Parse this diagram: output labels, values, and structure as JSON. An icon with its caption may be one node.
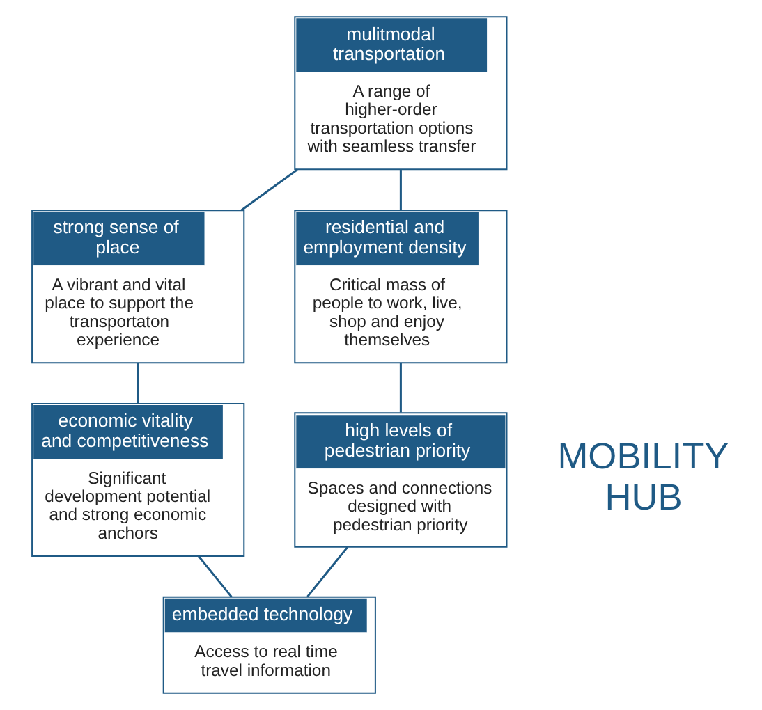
{
  "diagram": {
    "nodes": [
      {
        "text": [
          "mulitmodal transportation",
          "A range of higher-order transportation options with seamless transfer"
        ]
      },
      {
        "text": [
          "strong sense of place",
          "A vibrant and vital place to support the transportaton experience"
        ]
      },
      {
        "text": [
          "residential and employment density",
          "Critical mass of people to work, live, shop and enjoy themselves"
        ]
      },
      {
        "text": [
          "economic vitality and competitiveness",
          "Significant development potential and strong economic anchors"
        ]
      },
      {
        "text": [
          "high levels of pedestrian priority",
          "Spaces and connections designed with pedestrian priority"
        ]
      },
      {
        "text": [
          "embedded technology",
          "Access to real time travel information"
        ]
      }
    ],
    "edges": [
      {
        "from": 0,
        "to": 1,
        "arrow": "none"
      },
      {
        "from": 0,
        "to": 2,
        "arrow": "none"
      },
      {
        "from": 1,
        "to": 3,
        "arrow": "none"
      },
      {
        "from": 2,
        "to": 4,
        "arrow": "none"
      },
      {
        "from": 3,
        "to": 5,
        "arrow": "none"
      },
      {
        "from": 4,
        "to": 5,
        "arrow": "none"
      }
    ],
    "labels": [
      "MOBILITY HUB"
    ]
  }
}
